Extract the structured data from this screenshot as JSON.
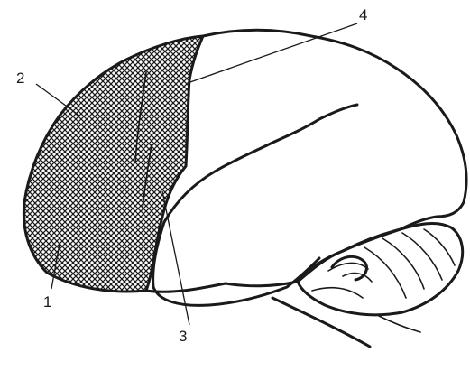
{
  "diagram": {
    "labels": [
      {
        "id": "label-1",
        "text": "1"
      },
      {
        "id": "label-2",
        "text": "2"
      },
      {
        "id": "label-3",
        "text": "3"
      },
      {
        "id": "label-4",
        "text": "4"
      }
    ]
  },
  "colors": {
    "ink": "#1a1a1a",
    "background": "#ffffff"
  }
}
